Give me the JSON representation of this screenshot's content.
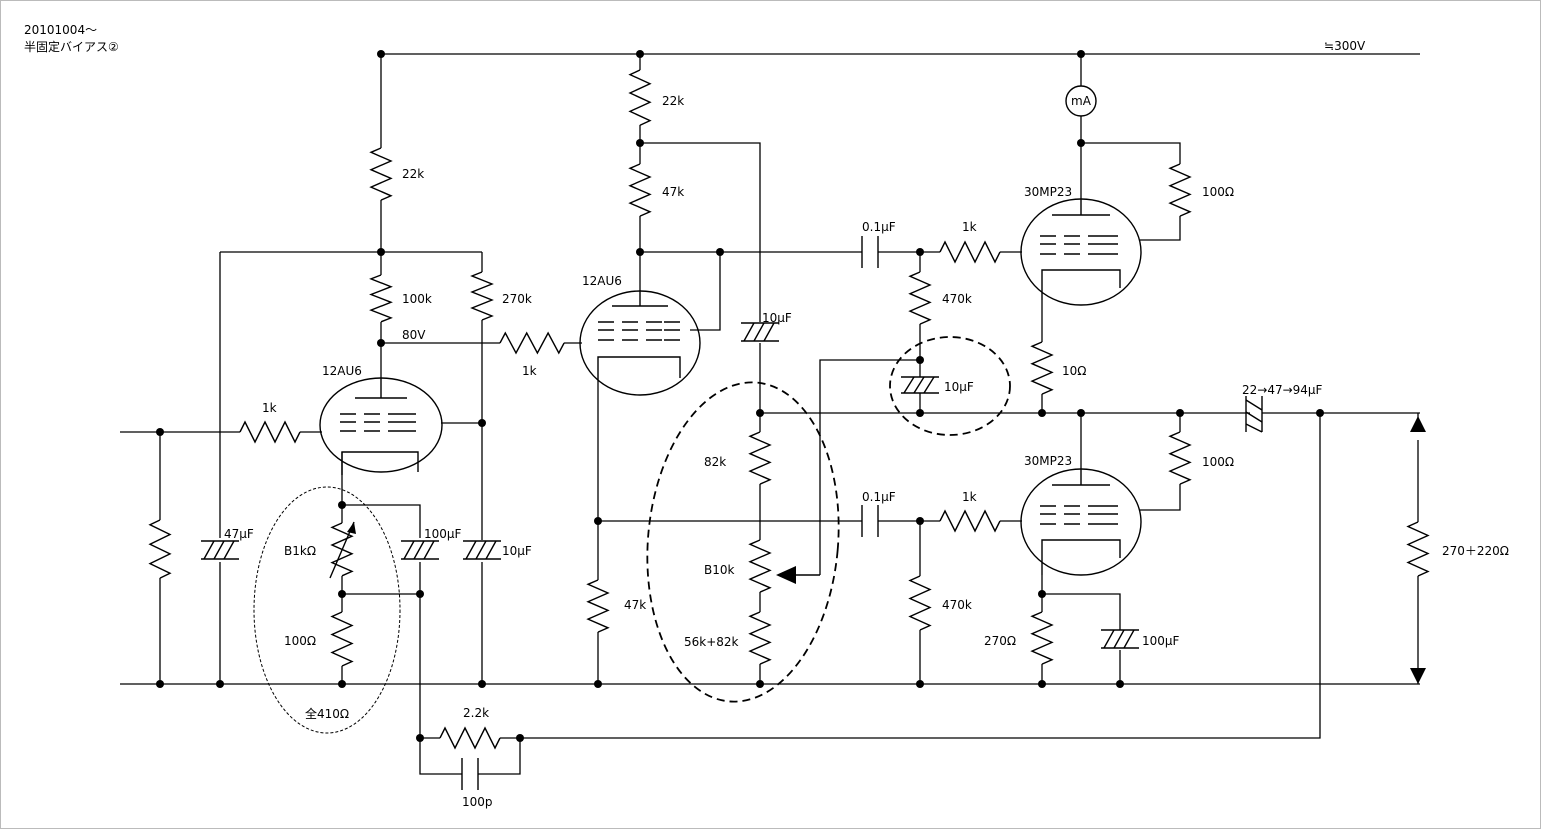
{
  "header": {
    "line1": "20101004～",
    "line2": "半固定バイアス②"
  },
  "supply": "≒300V",
  "meter": "mA",
  "tubes": {
    "v1": "12AU6",
    "v2": "12AU6",
    "v3": "30MP23",
    "v4": "30MP23"
  },
  "labels": {
    "r_22k_left": "22k",
    "r_100k": "100k",
    "r_270k": "270k",
    "v80": "80V",
    "r_1k_grid2": "1k",
    "r_1k_input": "1k",
    "c_47uF": "47μF",
    "vr_b1k": "B1kΩ",
    "c_100uF_left": "100μF",
    "c_10uF_left": "10μF",
    "r_100_left": "100Ω",
    "total_410": "全410Ω",
    "r_22k_mid": "22k",
    "r_47k_mid": "47k",
    "c_10uF_mid": "10μF",
    "r_82k": "82k",
    "vr_b10k": "B10k",
    "r_56k82k": "56k+82k",
    "r_47k_cath": "47k",
    "c_01uF_top": "0.1μF",
    "r_1k_top": "1k",
    "r_470k_top": "470k",
    "c_10uF_circ": "10μF",
    "r_100_top": "100Ω",
    "r_10": "10Ω",
    "c_out": "22→47→94μF",
    "c_01uF_bot": "0.1μF",
    "r_1k_bot": "1k",
    "r_470k_bot": "470k",
    "r_100_bot": "100Ω",
    "r_270": "270Ω",
    "c_100uF_bot": "100μF",
    "r_load": "270＋220Ω",
    "r_2_2k": "2.2k",
    "c_100p": "100p"
  }
}
